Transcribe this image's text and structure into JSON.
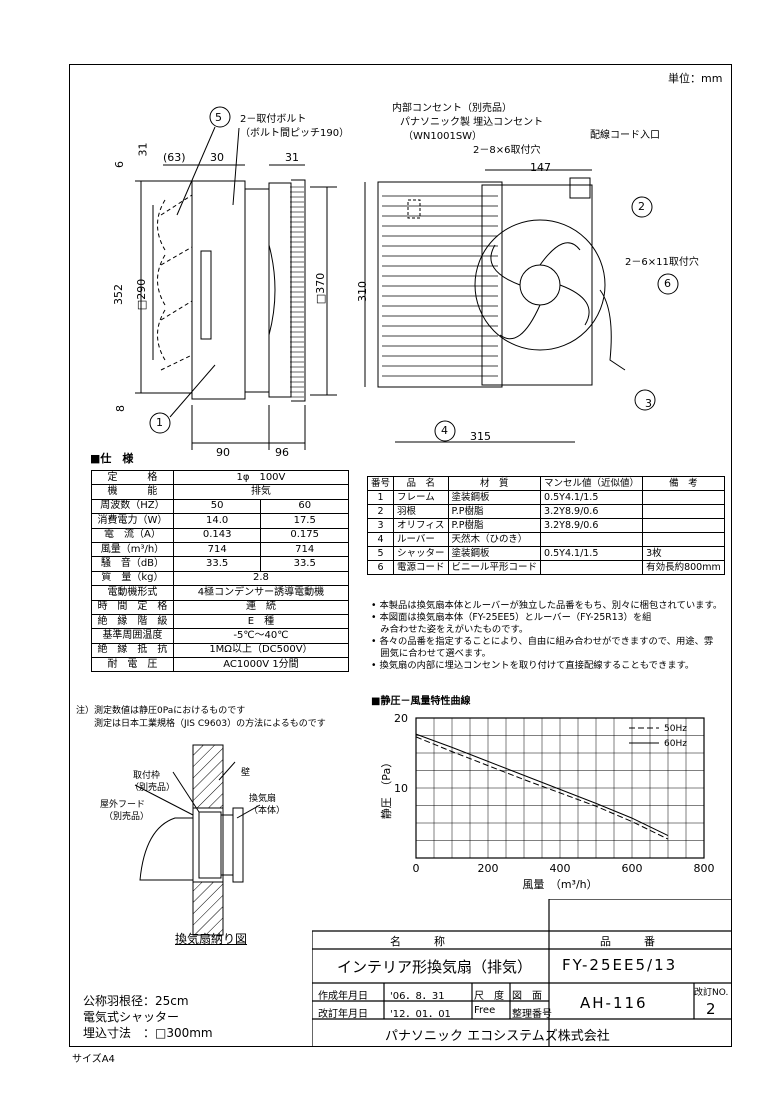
{
  "unit_label": "単位：mm",
  "drawing": {
    "side_labels": {
      "bolt_note_1": "2－取付ボルト",
      "bolt_note_2": "（ボルト間ピッチ190）",
      "dim_63": "(63)",
      "dim_30": "30",
      "dim_31_top": "31",
      "dim_31_left": "31",
      "dim_6": "6",
      "dim_352": "352",
      "dim_290": "□290",
      "dim_370": "□370",
      "dim_8": "8",
      "dim_90": "90",
      "dim_96": "96",
      "callout_5": "5",
      "callout_1": "1"
    },
    "front_labels": {
      "outlet_1": "内部コンセント（別売品）",
      "outlet_2": "パナソニック製 埋込コンセント",
      "outlet_3": "（WN1001SW）",
      "holes_6": "2－8×6取付穴",
      "cord_inlet": "配線コード入口",
      "dim_147": "147",
      "holes_11": "2－6×11取付穴",
      "dim_310": "310",
      "dim_315": "315",
      "callout_2": "2",
      "callout_3": "3",
      "callout_4": "4",
      "callout_6": "6"
    }
  },
  "spec": {
    "heading": "■仕　様",
    "rows": [
      {
        "label": "定　　　格",
        "v1": "1φ　100V",
        "v2": null
      },
      {
        "label": "機　　　能",
        "v1": "排気",
        "v2": null
      },
      {
        "label": "周波数（HZ）",
        "v1": "50",
        "v2": "60"
      },
      {
        "label": "消費電力（W）",
        "v1": "14.0",
        "v2": "17.5"
      },
      {
        "label": "電　流（A）",
        "v1": "0.143",
        "v2": "0.175"
      },
      {
        "label": "風量（m³/h）",
        "v1": "714",
        "v2": "714"
      },
      {
        "label": "騒　音（dB）",
        "v1": "33.5",
        "v2": "33.5"
      },
      {
        "label": "質　量（kg）",
        "v1": "2.8",
        "v2": null
      },
      {
        "label": "電動機形式",
        "v1": "4極コンデンサー誘導電動機",
        "v2": null
      },
      {
        "label": "時　間　定　格",
        "v1": "連　続",
        "v2": null
      },
      {
        "label": "絶　縁　階　級",
        "v1": "E　種",
        "v2": null
      },
      {
        "label": "基準周囲温度",
        "v1": "-5℃～40℃",
        "v2": null
      },
      {
        "label": "絶　縁　抵　抗",
        "v1": "1MΩ以上（DC500V）",
        "v2": null
      },
      {
        "label": "耐　電　圧",
        "v1": "AC1000V 1分間",
        "v2": null
      }
    ],
    "note_1": "注）測定数値は静圧0Paにおけるものです",
    "note_2": "　　測定は日本工業規格（JIS C9603）の方法によるものです"
  },
  "parts": {
    "headers": [
      "番号",
      "品　名",
      "材　質",
      "マンセル値（近似値）",
      "備　考"
    ],
    "rows": [
      [
        "1",
        "フレーム",
        "塗装鋼板",
        "0.5Y4.1/1.5",
        ""
      ],
      [
        "2",
        "羽根",
        "P.P樹脂",
        "3.2Y8.9/0.6",
        ""
      ],
      [
        "3",
        "オリフィス",
        "P.P樹脂",
        "3.2Y8.9/0.6",
        ""
      ],
      [
        "4",
        "ルーバー",
        "天然木（ひのき）",
        "",
        ""
      ],
      [
        "5",
        "シャッター",
        "塗装鋼板",
        "0.5Y4.1/1.5",
        "3枚"
      ],
      [
        "6",
        "電源コード",
        "ビニール平形コード",
        "",
        "有効長約800mm"
      ]
    ]
  },
  "notes": [
    "• 本製品は換気扇本体とルーバーが独立した品番をもち、別々に梱包されています。",
    "• 本図面は換気扇本体（FY-25EE5）とルーバー（FY-25R13）を組",
    "　み合わせた姿をえがいたものです。",
    "• 各々の品番を指定することにより、自由に組み合わせができますので、用途、雰",
    "　囲気に合わせて選べます。",
    "• 換気扇の内部に埋込コンセントを取り付けて直接配線することもできます。"
  ],
  "curve_heading": "■静圧－風量特性曲線",
  "install": {
    "frame_label_1": "取付枠",
    "frame_label_2": "（別売品）",
    "hood_label_1": "屋外フード",
    "hood_label_2": "（別売品）",
    "wall_label": "壁",
    "body_label_1": "換気扇",
    "body_label_2": "（本体）",
    "title": "換気扇納り図"
  },
  "left_footer": {
    "line1": "公称羽根径：25cm",
    "line2": "電気式シャッター",
    "line3": "埋込寸法　：□300mm"
  },
  "size_label": "サイズA4",
  "title_block": {
    "name_header": "名　　　称",
    "model_header": "品　　　番",
    "name": "インテリア形換気扇（排気）",
    "model": "FY-25EE5/13",
    "created_label": "作成年月日",
    "created_value": "'06．8．31",
    "revised_label": "改訂年月日",
    "revised_value": "'12．01．01",
    "scale_label": "尺　度",
    "scale_value": "Free",
    "drawing_no_label_1": "図　面",
    "drawing_no_label_2": "整理番号",
    "drawing_no": "AH-116",
    "rev_label": "改訂NO.",
    "rev_no": "2",
    "company": "パナソニック エコシステムズ株式会社"
  },
  "chart_data": {
    "type": "line",
    "title": "",
    "xlabel": "風量　（m³/h）",
    "ylabel": "静圧　（Pa）",
    "xlim": [
      0,
      800
    ],
    "ylim": [
      0,
      20
    ],
    "x_ticks": [
      "0",
      "200",
      "400",
      "600",
      "800"
    ],
    "y_ticks": [
      "10",
      "20"
    ],
    "grid": true,
    "legend_position": "top-right",
    "series": [
      {
        "name": "50Hz",
        "style": "dashed",
        "x": [
          0,
          100,
          200,
          300,
          400,
          500,
          600,
          700
        ],
        "y": [
          17.3,
          15.2,
          13.2,
          11.2,
          9.3,
          7.4,
          5.2,
          2.7
        ]
      },
      {
        "name": "60Hz",
        "style": "solid",
        "x": [
          0,
          100,
          200,
          300,
          400,
          500,
          600,
          700
        ],
        "y": [
          17.7,
          15.8,
          13.8,
          11.8,
          9.8,
          7.8,
          5.7,
          3.2
        ]
      }
    ]
  }
}
